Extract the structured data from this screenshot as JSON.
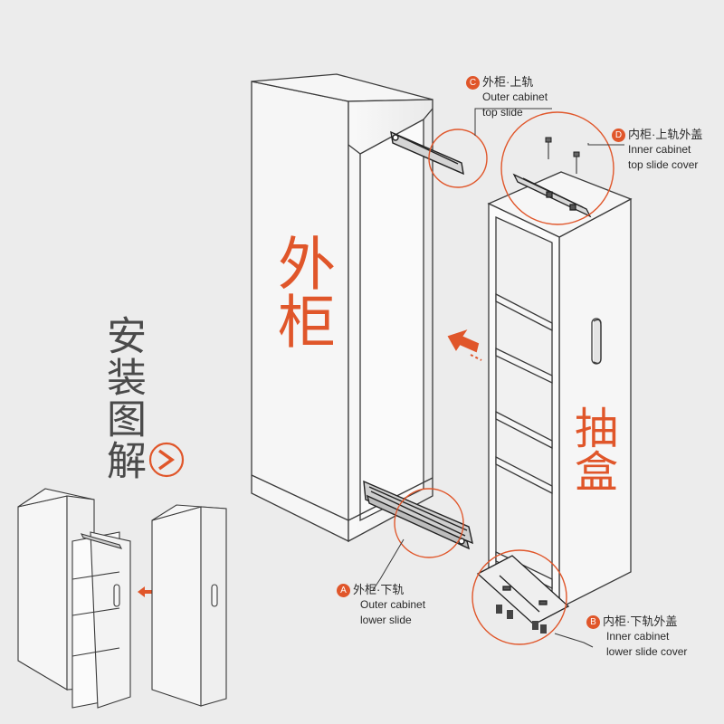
{
  "title": "安装图解",
  "labels": {
    "outer_cabinet": "外柜",
    "drawer": "抽盒"
  },
  "callouts": [
    {
      "letter": "C",
      "zh": "外柜·上轨",
      "en_line1": "Outer cabinet",
      "en_line2": "top slide"
    },
    {
      "letter": "D",
      "zh": "内柜·上轨外盖",
      "en_line1": "Inner cabinet",
      "en_line2": "top slide cover"
    },
    {
      "letter": "A",
      "zh": "外柜·下轨",
      "en_line1": "Outer cabinet",
      "en_line2": "lower slide"
    },
    {
      "letter": "B",
      "zh": "内柜·下轨外盖",
      "en_line1": "Inner cabinet",
      "en_line2": "lower slide cover"
    }
  ],
  "colors": {
    "accent": "#e0562a",
    "line": "#3a3a3a",
    "panel": "#f6f6f6",
    "background": "#ececec"
  },
  "icons": [
    "next-arrow-icon",
    "insert-arrow-icon",
    "screw-icon"
  ]
}
